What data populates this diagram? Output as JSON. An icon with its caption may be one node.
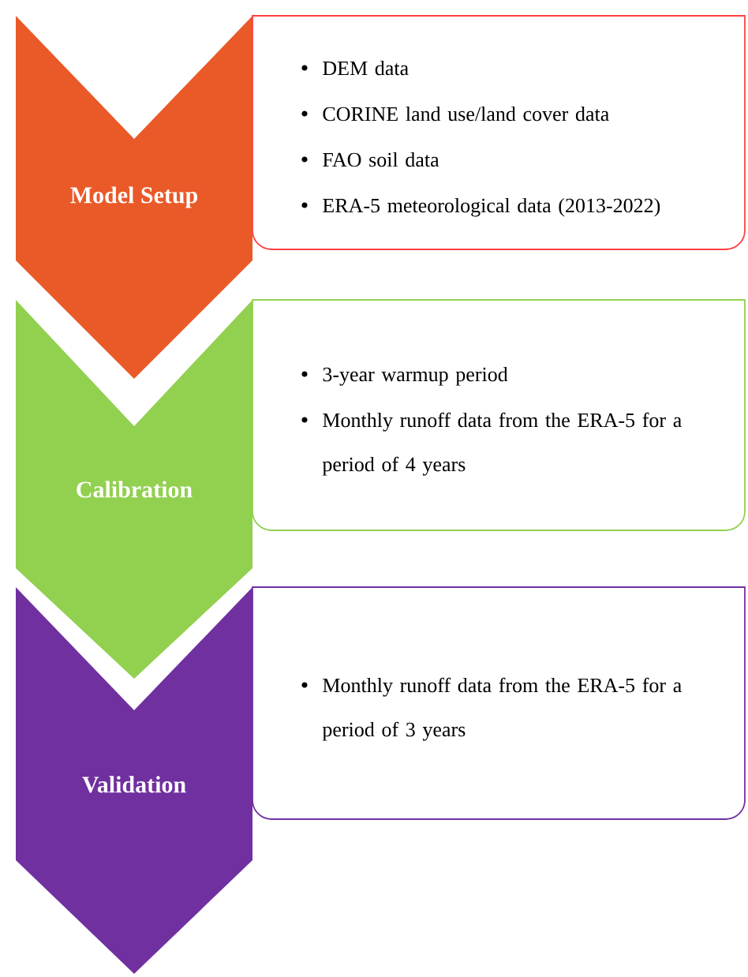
{
  "diagram": {
    "nodes": [
      {
        "text": [
          "Model Setup"
        ]
      },
      {
        "text": [
          "DEM data",
          "CORINE land use/land cover data",
          "FAO soil data",
          "ERA-5 meteorological data (2013-2022)"
        ]
      },
      {
        "text": [
          "Calibration"
        ]
      },
      {
        "text": [
          "3-year warmup period",
          "Monthly runoff data from the ERA-5 for a period of 4 years"
        ]
      },
      {
        "text": [
          "Validation"
        ]
      },
      {
        "text": [
          "Monthly runoff data from the ERA-5 for a period of 3 years"
        ]
      }
    ]
  }
}
